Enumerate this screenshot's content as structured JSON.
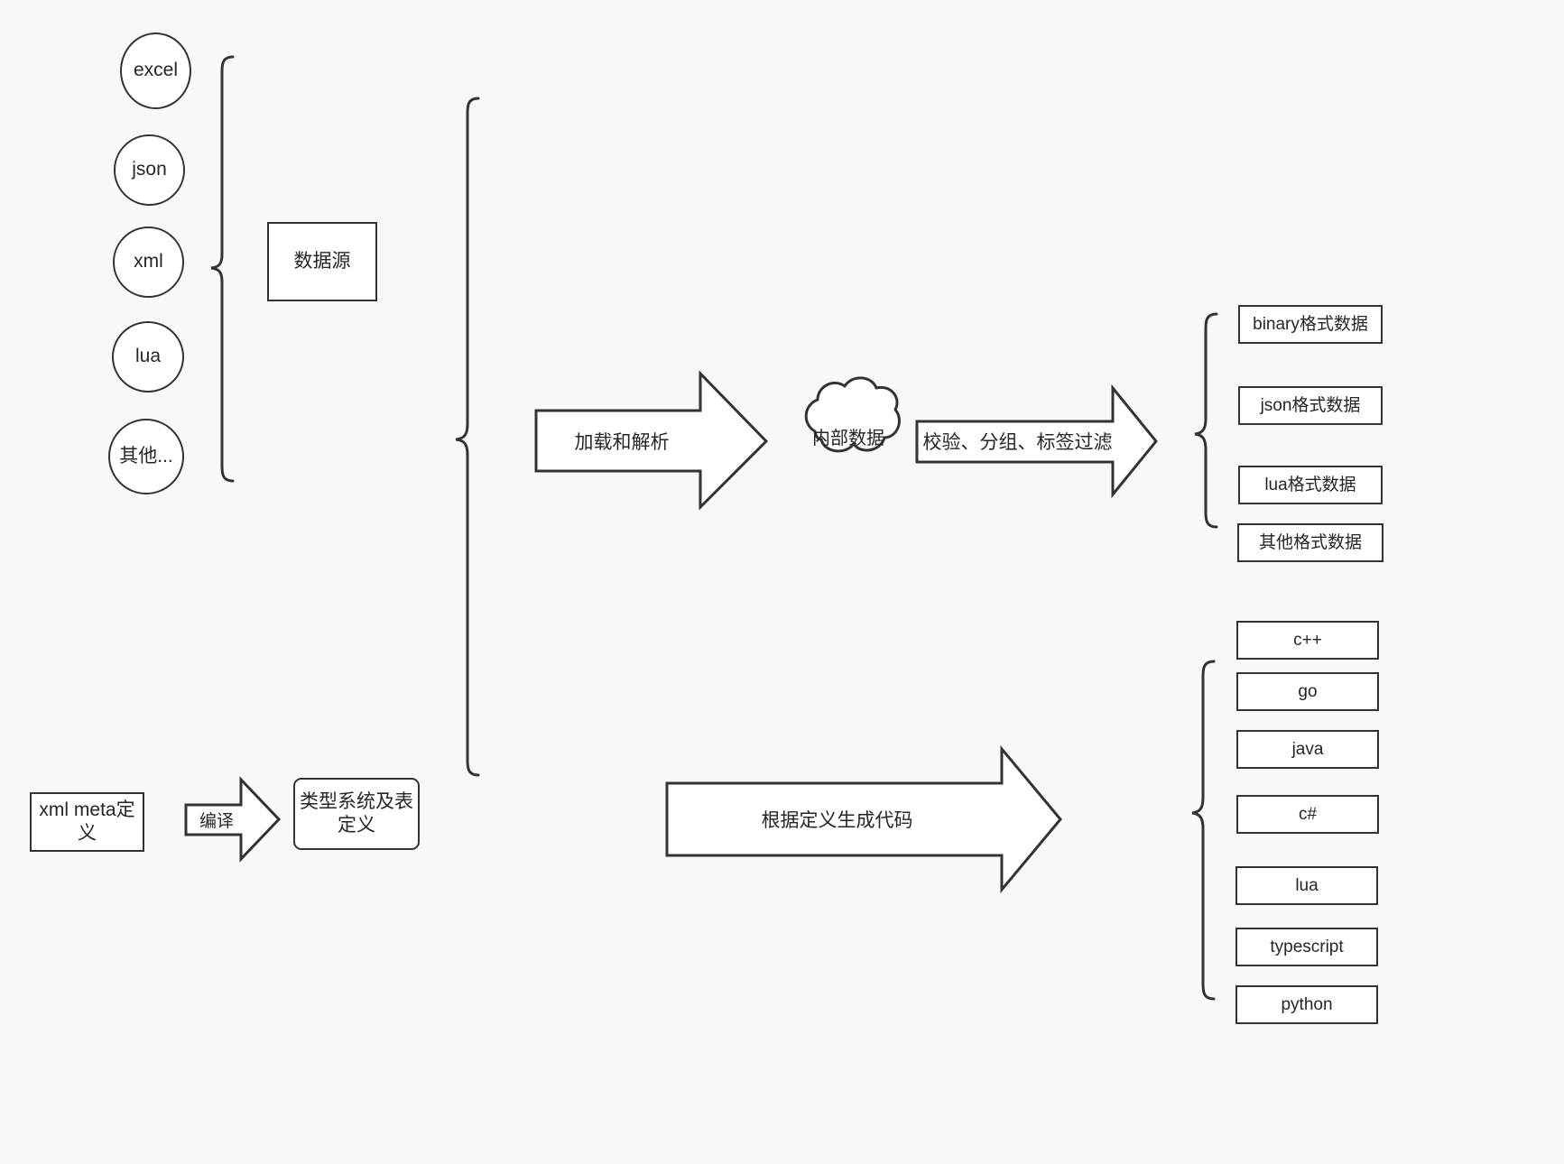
{
  "diagram": {
    "title": "data pipeline and code generation flow",
    "background_color": "#f8f8f8",
    "stroke_color": "#333333",
    "fill_color": "#ffffff",
    "text_color": "#262626"
  },
  "sources": {
    "group_label": "数据源",
    "items": [
      {
        "label": "excel"
      },
      {
        "label": "json"
      },
      {
        "label": "xml"
      },
      {
        "label": "lua"
      },
      {
        "label": "其他..."
      }
    ]
  },
  "meta": {
    "input_label": "xml meta定义",
    "compile_arrow_label": "编译",
    "output_label": "类型系统及表\n定义"
  },
  "pipeline": {
    "load_arrow_label": "加载和解析",
    "cloud_label": "内部数据",
    "filter_arrow_label": "校验、分组、标签过滤",
    "codegen_arrow_label": "根据定义生成代码"
  },
  "outputs": {
    "data_formats": [
      {
        "label": "binary格式数据"
      },
      {
        "label": "json格式数据"
      },
      {
        "label": "lua格式数据"
      },
      {
        "label": "其他格式数据"
      }
    ],
    "languages": [
      {
        "label": "c++"
      },
      {
        "label": "go"
      },
      {
        "label": "java"
      },
      {
        "label": "c#"
      },
      {
        "label": "lua"
      },
      {
        "label": "typescript"
      },
      {
        "label": "python"
      }
    ]
  }
}
